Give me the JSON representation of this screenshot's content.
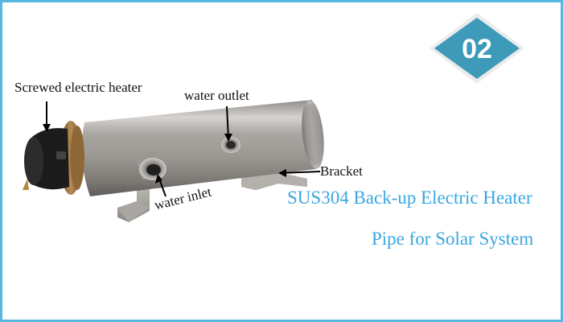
{
  "badge": {
    "number": "02",
    "color": "#3d9ab9"
  },
  "labels": {
    "heater": "Screwed electric heater",
    "outlet": "water outlet",
    "bracket": "Bracket",
    "inlet": "water inlet"
  },
  "title": {
    "line1": "SUS304 Back-up Electric Heater",
    "line2": "Pipe for Solar System"
  },
  "colors": {
    "border": "#58b7e0",
    "title": "#3aa7e0"
  }
}
